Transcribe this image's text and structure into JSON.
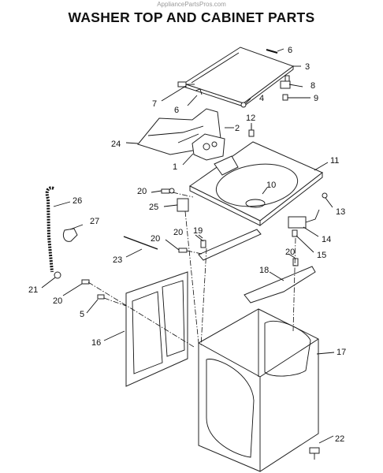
{
  "watermark": "AppliancePartsPros.com",
  "title": "WASHER TOP AND CABINET PARTS",
  "callouts": [
    "1",
    "2",
    "3",
    "4",
    "5",
    "6",
    "7",
    "8",
    "9",
    "10",
    "11",
    "12",
    "13",
    "14",
    "15",
    "16",
    "17",
    "18",
    "19",
    "20",
    "21",
    "22",
    "23",
    "24",
    "25",
    "26",
    "27"
  ]
}
